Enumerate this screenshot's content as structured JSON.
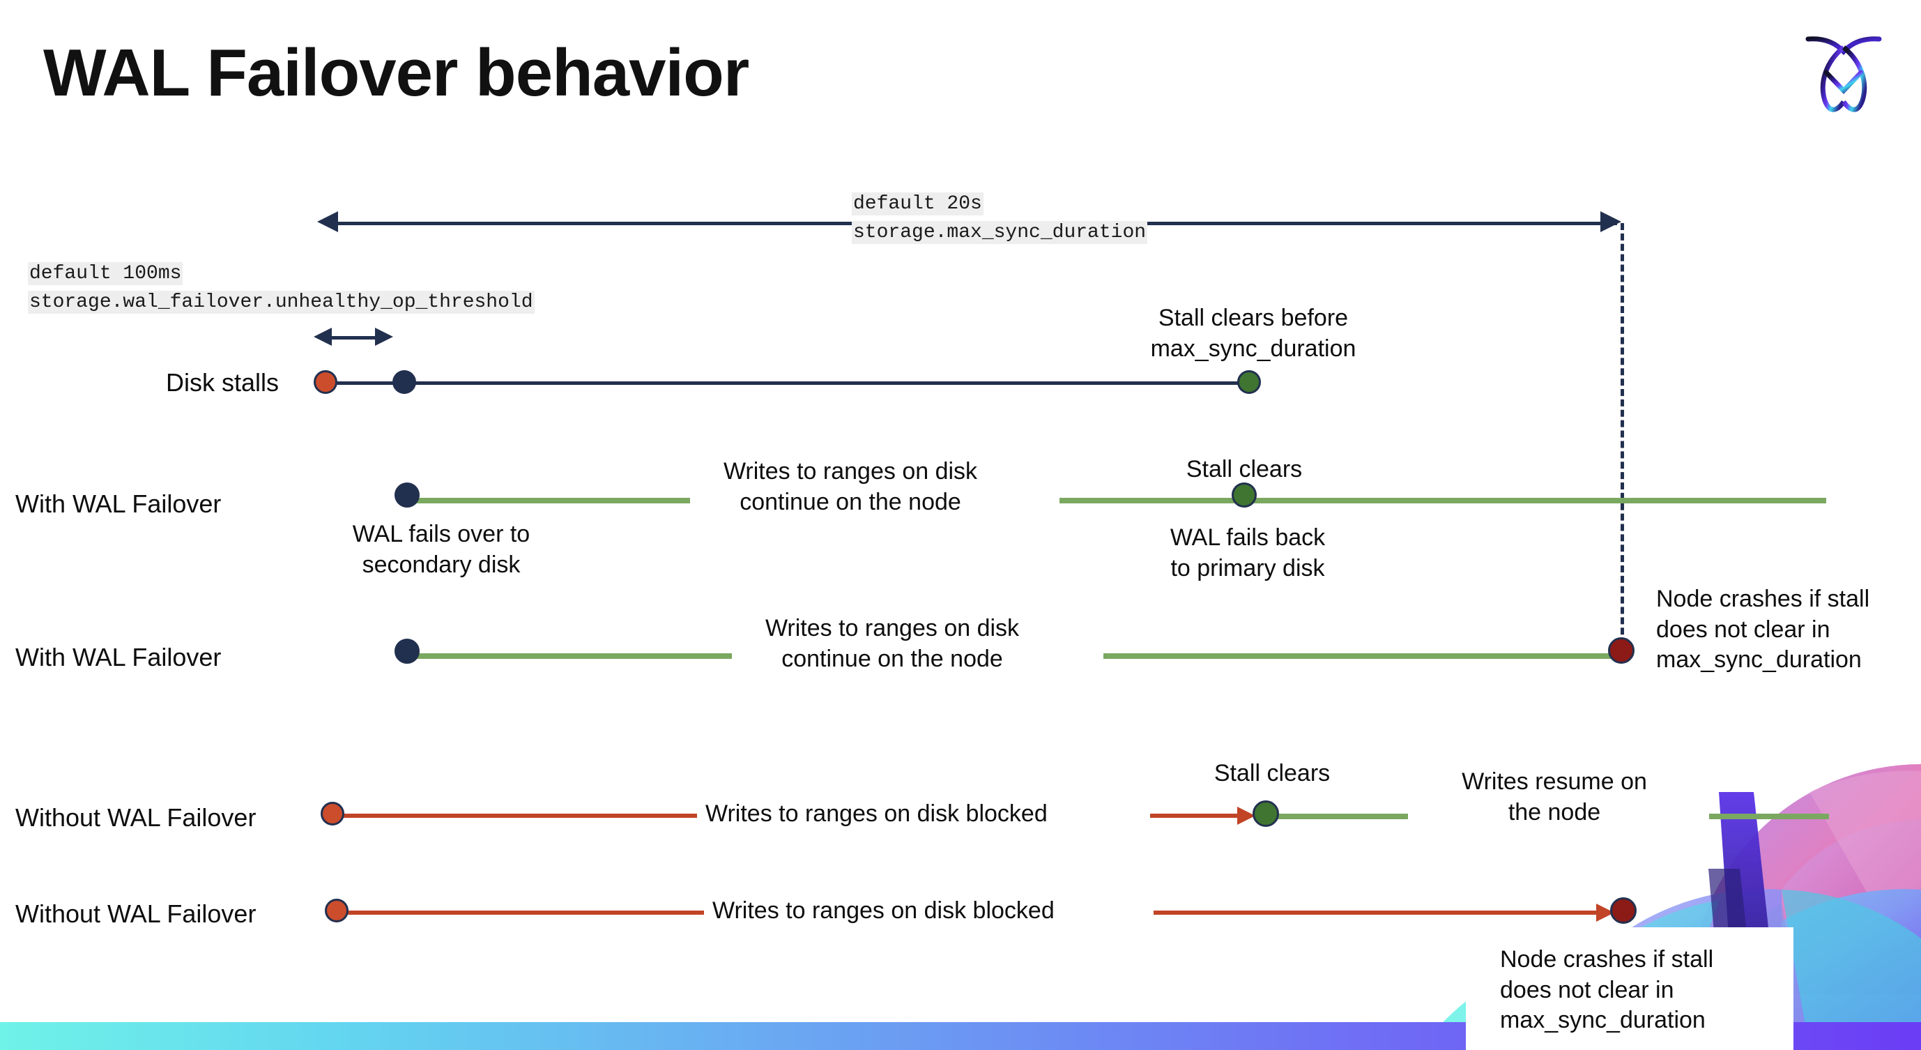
{
  "slide": {
    "title": "WAL Failover behavior",
    "logo_icon": "cockroachdb-logo-icon",
    "bottom_bar_gradient": [
      "#6ff2e8",
      "#6b3df5"
    ]
  },
  "colors": {
    "navy": "#22304f",
    "green_line": "#7aa860",
    "green_dot": "#3f7530",
    "red_line": "#c14426",
    "orange_dot": "#cc4d2c",
    "dark_red_dot": "#8c1a16",
    "code_bg": "#eeeeee"
  },
  "annotations": {
    "max_sync": {
      "default": "default 20s",
      "setting": "storage.max_sync_duration"
    },
    "unhealthy_op": {
      "default": "default 100ms",
      "setting": "storage.wal_failover.unhealthy_op_threshold"
    }
  },
  "rows": [
    {
      "id": "disk-stalls",
      "label": "Disk stalls",
      "notes": [
        {
          "id": "stall-clears-before",
          "text": "Stall clears before\nmax_sync_duration"
        }
      ]
    },
    {
      "id": "with-wal-failover-1",
      "label": "With WAL Failover",
      "notes": [
        {
          "id": "wal-fails-over",
          "text": "WAL fails over to\nsecondary disk"
        },
        {
          "id": "writes-continue-1",
          "text": "Writes to ranges on disk\ncontinue on the node"
        },
        {
          "id": "stall-clears-1",
          "text": "Stall clears"
        },
        {
          "id": "wal-fails-back",
          "text": "WAL fails  back\nto primary disk"
        }
      ]
    },
    {
      "id": "with-wal-failover-2",
      "label": "With WAL Failover",
      "notes": [
        {
          "id": "writes-continue-2",
          "text": "Writes to ranges on disk\ncontinue on the node"
        },
        {
          "id": "node-crashes-1",
          "text": "Node crashes if stall\ndoes not clear in\nmax_sync_duration"
        }
      ]
    },
    {
      "id": "without-wal-failover-1",
      "label": "Without WAL Failover",
      "notes": [
        {
          "id": "writes-blocked-1",
          "text": "Writes to ranges on disk  blocked"
        },
        {
          "id": "stall-clears-2",
          "text": "Stall clears"
        },
        {
          "id": "writes-resume",
          "text": "Writes resume on\nthe node"
        }
      ]
    },
    {
      "id": "without-wal-failover-2",
      "label": "Without WAL Failover",
      "notes": [
        {
          "id": "writes-blocked-2",
          "text": "Writes to ranges on disk  blocked"
        },
        {
          "id": "node-crashes-2",
          "text": "Node crashes if stall\ndoes not clear in\nmax_sync_duration"
        }
      ]
    }
  ]
}
